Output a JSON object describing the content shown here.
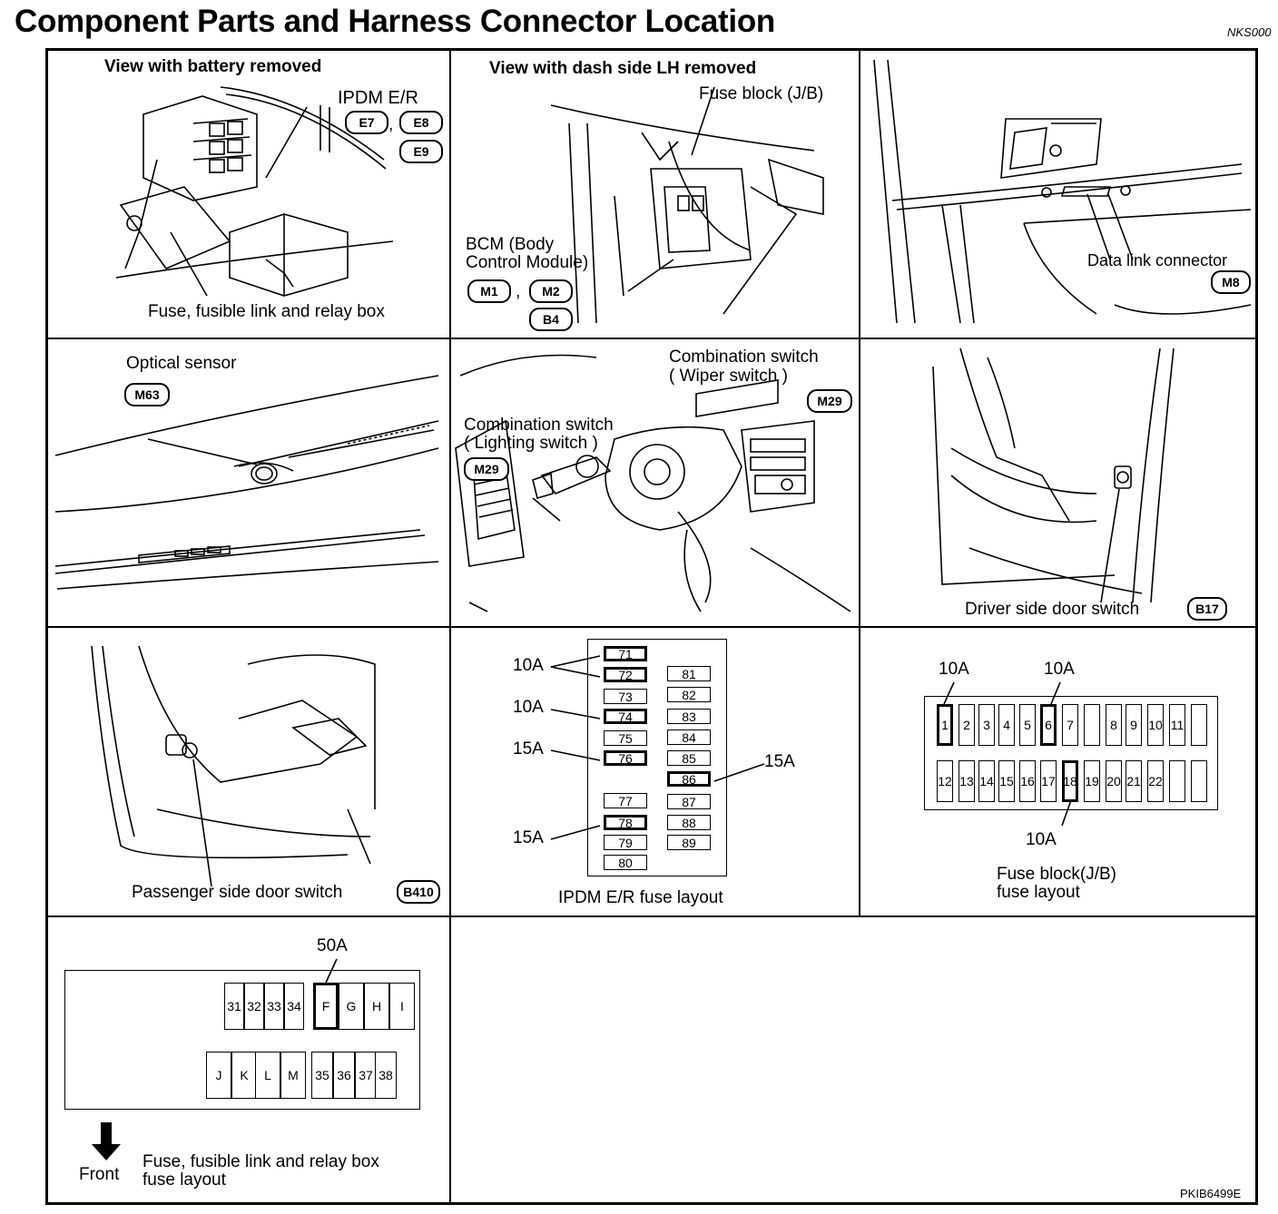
{
  "title": "Component Parts and Harness Connector Location",
  "doc_code": "NKS000",
  "figure_code": "PKIB6499E",
  "panels": {
    "battery": {
      "heading": "View with battery removed",
      "ipdm_label": "IPDM E/R",
      "connectors": [
        "E7",
        "E8",
        "E9"
      ],
      "fuse_box_label": "Fuse, fusible link and relay box"
    },
    "dash": {
      "heading": "View with dash side LH removed",
      "fuse_block_label": "Fuse block (J/B)",
      "bcm_line1": "BCM (Body",
      "bcm_line2": "Control Module)",
      "connectors": [
        "M1",
        "M2",
        "B4"
      ]
    },
    "dlc": {
      "label": "Data link connector",
      "connector": "M8"
    },
    "optical": {
      "label": "Optical sensor",
      "connector": "M63"
    },
    "combination": {
      "wiper_line1": "Combination switch",
      "wiper_line2": "( Wiper switch )",
      "wiper_connector": "M29",
      "lighting_line1": "Combination switch",
      "lighting_line2": "( Lighting switch )",
      "lighting_connector": "M29"
    },
    "driver_door": {
      "label": "Driver side door switch",
      "connector": "B17"
    },
    "passenger_door": {
      "label": "Passenger side door switch",
      "connector": "B410"
    },
    "ipdm_fuse": {
      "caption": "IPDM E/R fuse layout",
      "left_column": [
        "71",
        "72",
        "73",
        "74",
        "75",
        "76",
        "",
        "77",
        "78",
        "79",
        "80"
      ],
      "right_column": [
        "81",
        "82",
        "83",
        "84",
        "85",
        "86",
        "87",
        "88",
        "89"
      ],
      "highlighted": [
        "71",
        "72",
        "74",
        "76",
        "78",
        "86"
      ],
      "amp_labels": [
        "10A",
        "10A",
        "15A",
        "15A",
        "15A"
      ]
    },
    "jb_fuse": {
      "caption_line1": "Fuse block(J/B)",
      "caption_line2": "fuse layout",
      "top_row": [
        "1",
        "2",
        "3",
        "4",
        "5",
        "6",
        "7",
        "",
        "8",
        "9",
        "10",
        "11",
        ""
      ],
      "bottom_row": [
        "12",
        "13",
        "14",
        "15",
        "16",
        "17",
        "18",
        "19",
        "20",
        "21",
        "22",
        "",
        ""
      ],
      "highlighted": [
        "1",
        "6",
        "18"
      ],
      "amp_labels": [
        "10A",
        "10A",
        "10A"
      ]
    },
    "relay_fuse": {
      "top_row": [
        "31",
        "32",
        "33",
        "34",
        "F",
        "G",
        "H",
        "I"
      ],
      "bottom_row": [
        "J",
        "K",
        "L",
        "M",
        "35",
        "36",
        "37",
        "38"
      ],
      "highlighted": [
        "F"
      ],
      "amp_label": "50A",
      "front_label": "Front",
      "caption_line1": "Fuse, fusible link and relay box",
      "caption_line2": "fuse layout"
    }
  }
}
